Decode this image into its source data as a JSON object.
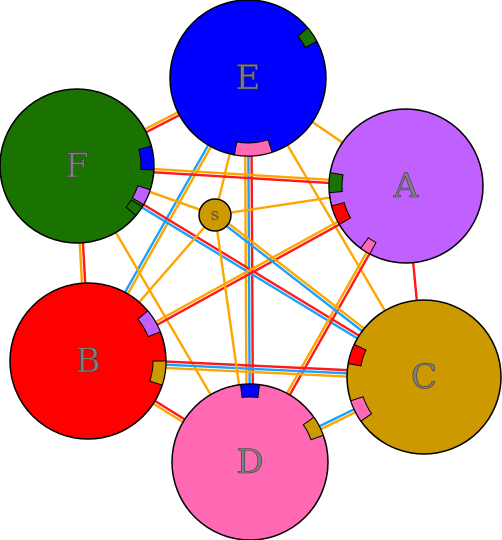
{
  "nodes": [
    {
      "id": "E",
      "label": "E",
      "color": "#0000ff"
    },
    {
      "id": "A",
      "label": "A",
      "color": "#c060ff"
    },
    {
      "id": "C",
      "label": "C",
      "color": "#cc9900"
    },
    {
      "id": "D",
      "label": "D",
      "color": "#ff69b4"
    },
    {
      "id": "B",
      "label": "B",
      "color": "#ff0000"
    },
    {
      "id": "F",
      "label": "F",
      "color": "#1a7300"
    },
    {
      "id": "s",
      "label": "s",
      "color": "#cc9900"
    }
  ],
  "edge_colors": {
    "orange": "#ffa500",
    "red": "#ff1a1a",
    "blue": "#1aa0ff"
  },
  "edges": [
    {
      "from": "E",
      "to": "F",
      "colors": [
        "red",
        "orange"
      ]
    },
    {
      "from": "E",
      "to": "B",
      "colors": [
        "orange",
        "blue"
      ]
    },
    {
      "from": "E",
      "to": "D",
      "colors": [
        "red",
        "blue",
        "orange"
      ]
    },
    {
      "from": "E",
      "to": "C",
      "colors": [
        "orange"
      ]
    },
    {
      "from": "E",
      "to": "s",
      "colors": [
        "orange"
      ]
    },
    {
      "from": "F",
      "to": "A",
      "colors": [
        "orange",
        "red"
      ]
    },
    {
      "from": "F",
      "to": "C",
      "colors": [
        "red",
        "blue"
      ]
    },
    {
      "from": "F",
      "to": "D",
      "colors": [
        "orange"
      ]
    },
    {
      "from": "F",
      "to": "B",
      "colors": [
        "red",
        "orange"
      ]
    },
    {
      "from": "F",
      "to": "s",
      "colors": [
        "orange"
      ]
    },
    {
      "from": "A",
      "to": "B",
      "colors": [
        "red",
        "orange"
      ]
    },
    {
      "from": "A",
      "to": "D",
      "colors": [
        "red",
        "orange"
      ]
    },
    {
      "from": "A",
      "to": "s",
      "colors": [
        "orange"
      ]
    },
    {
      "from": "A",
      "to": "E",
      "colors": [
        "orange"
      ]
    },
    {
      "from": "B",
      "to": "C",
      "colors": [
        "red",
        "blue",
        "orange"
      ]
    },
    {
      "from": "B",
      "to": "D",
      "colors": [
        "red",
        "orange"
      ]
    },
    {
      "from": "B",
      "to": "s",
      "colors": [
        "orange"
      ]
    },
    {
      "from": "C",
      "to": "D",
      "colors": [
        "orange",
        "blue"
      ]
    },
    {
      "from": "C",
      "to": "s",
      "colors": [
        "blue",
        "orange"
      ]
    },
    {
      "from": "D",
      "to": "s",
      "colors": [
        "orange"
      ]
    },
    {
      "from": "A",
      "to": "C",
      "colors": [
        "red"
      ]
    }
  ],
  "ports": [
    {
      "node": "E",
      "color": "#1a7300"
    },
    {
      "node": "E",
      "color": "#ff69b4"
    },
    {
      "node": "A",
      "color": "#1a7300"
    },
    {
      "node": "A",
      "color": "#ff0000"
    },
    {
      "node": "A",
      "color": "#ff69b4"
    },
    {
      "node": "C",
      "color": "#ff0000"
    },
    {
      "node": "C",
      "color": "#ff69b4"
    },
    {
      "node": "D",
      "color": "#cc9900"
    },
    {
      "node": "D",
      "color": "#0000ff"
    },
    {
      "node": "B",
      "color": "#c060ff"
    },
    {
      "node": "B",
      "color": "#cc9900"
    },
    {
      "node": "F",
      "color": "#0000ff"
    },
    {
      "node": "F",
      "color": "#c060ff"
    },
    {
      "node": "F",
      "color": "#1a7300"
    }
  ]
}
